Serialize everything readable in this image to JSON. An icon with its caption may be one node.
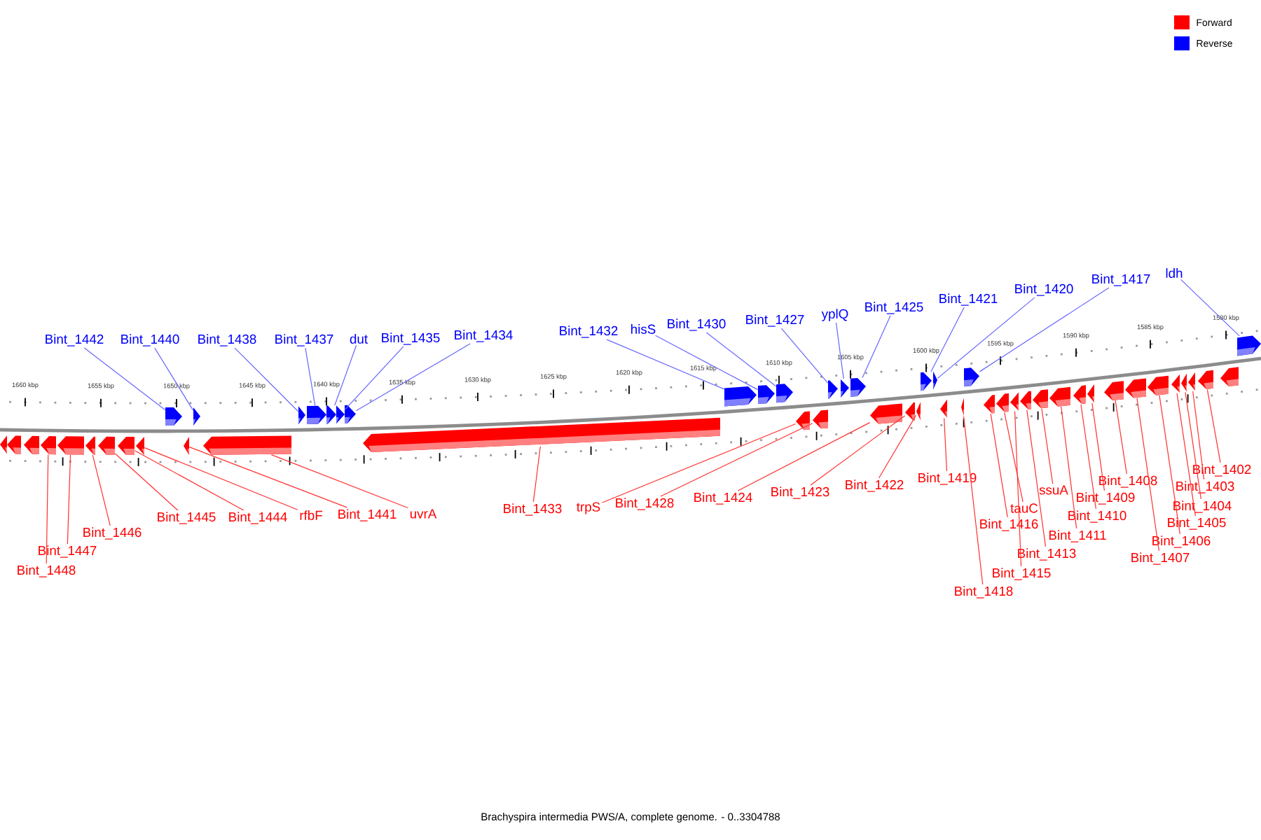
{
  "diagram": {
    "caption": "Brachyspira intermedia PWS/A, complete genome. - 0..3304788",
    "nodes": [
      {
        "text": [
          "Bint_1442"
        ]
      },
      {
        "text": [
          "Bint_1440"
        ]
      },
      {
        "text": [
          "Bint_1438"
        ]
      },
      {
        "text": [
          "Bint_1437"
        ]
      },
      {
        "text": [
          "dut"
        ]
      },
      {
        "text": [
          "Bint_1435"
        ]
      },
      {
        "text": [
          "Bint_1434"
        ]
      },
      {
        "text": [
          "Bint_1432"
        ]
      },
      {
        "text": [
          "hisS"
        ]
      },
      {
        "text": [
          "Bint_1430"
        ]
      },
      {
        "text": [
          "Bint_1427"
        ]
      },
      {
        "text": [
          "yplQ"
        ]
      },
      {
        "text": [
          "Bint_1425"
        ]
      },
      {
        "text": [
          "Bint_1421"
        ]
      },
      {
        "text": [
          "Bint_1420"
        ]
      },
      {
        "text": [
          "Bint_1417"
        ]
      },
      {
        "text": [
          "ldh"
        ]
      },
      {
        "text": [
          "Bint_1448"
        ]
      },
      {
        "text": [
          "Bint_1447"
        ]
      },
      {
        "text": [
          "Bint_1446"
        ]
      },
      {
        "text": [
          "Bint_1445"
        ]
      },
      {
        "text": [
          "Bint_1444"
        ]
      },
      {
        "text": [
          "rfbF"
        ]
      },
      {
        "text": [
          "Bint_1441"
        ]
      },
      {
        "text": [
          "uvrA"
        ]
      },
      {
        "text": [
          "Bint_1433"
        ]
      },
      {
        "text": [
          "trpS"
        ]
      },
      {
        "text": [
          "Bint_1428"
        ]
      },
      {
        "text": [
          "Bint_1424"
        ]
      },
      {
        "text": [
          "Bint_1423"
        ]
      },
      {
        "text": [
          "Bint_1422"
        ]
      },
      {
        "text": [
          "Bint_1419"
        ]
      },
      {
        "text": [
          "Bint_1418"
        ]
      },
      {
        "text": [
          "Bint_1416"
        ]
      },
      {
        "text": [
          "tauC"
        ]
      },
      {
        "text": [
          "Bint_1415"
        ]
      },
      {
        "text": [
          "Bint_1413"
        ]
      },
      {
        "text": [
          "ssuA"
        ]
      },
      {
        "text": [
          "Bint_1411"
        ]
      },
      {
        "text": [
          "Bint_1410"
        ]
      },
      {
        "text": [
          "Bint_1409"
        ]
      },
      {
        "text": [
          "Bint_1408"
        ]
      },
      {
        "text": [
          "Bint_1407"
        ]
      },
      {
        "text": [
          "Bint_1406"
        ]
      },
      {
        "text": [
          "Bint_1405"
        ]
      },
      {
        "text": [
          "Bint_1404"
        ]
      },
      {
        "text": [
          "Bint_1403"
        ]
      },
      {
        "text": [
          "Bint_1402"
        ]
      },
      {
        "text": [],
        "shape": "arrow"
      },
      {
        "text": [],
        "shape": "arrow"
      },
      {
        "text": [],
        "shape": "arrow"
      },
      {
        "text": [],
        "shape": "arrow"
      },
      {
        "text": [],
        "shape": "arrow"
      },
      {
        "text": [],
        "shape": "arrow"
      },
      {
        "text": [],
        "shape": "arrow"
      },
      {
        "text": [],
        "shape": "arrow"
      },
      {
        "text": [],
        "shape": "arrow"
      },
      {
        "text": [],
        "shape": "arrow"
      },
      {
        "text": [],
        "shape": "arrow"
      },
      {
        "text": [],
        "shape": "arrow"
      },
      {
        "text": [],
        "shape": "arrow"
      },
      {
        "text": [],
        "shape": "arrow"
      },
      {
        "text": [],
        "shape": "arrow"
      },
      {
        "text": [],
        "shape": "arrow"
      },
      {
        "text": [],
        "shape": "arrow"
      },
      {
        "text": [],
        "shape": "arrow"
      },
      {
        "text": [],
        "shape": "arrow"
      },
      {
        "text": [],
        "shape": "arrow"
      },
      {
        "text": [],
        "shape": "arrow"
      },
      {
        "text": [],
        "shape": "arrow"
      },
      {
        "text": [],
        "shape": "arrow"
      },
      {
        "text": [],
        "shape": "arrow"
      },
      {
        "text": [],
        "shape": "arrow"
      },
      {
        "text": [],
        "shape": "arrow"
      },
      {
        "text": [],
        "shape": "arrow"
      },
      {
        "text": [],
        "shape": "arrow"
      },
      {
        "text": [],
        "shape": "arrow"
      },
      {
        "text": [],
        "shape": "arrow"
      },
      {
        "text": [],
        "shape": "arrow"
      },
      {
        "text": [],
        "shape": "arrow"
      },
      {
        "text": [],
        "shape": "arrow"
      },
      {
        "text": [],
        "shape": "arrow"
      },
      {
        "text": [],
        "shape": "arrow"
      },
      {
        "text": [],
        "shape": "arrow"
      },
      {
        "text": [],
        "shape": "arrow"
      },
      {
        "text": [],
        "shape": "arrow"
      },
      {
        "text": [],
        "shape": "arrow"
      },
      {
        "text": [],
        "shape": "arrow"
      },
      {
        "text": [],
        "shape": "arrow"
      },
      {
        "text": [],
        "shape": "arrow"
      },
      {
        "text": [],
        "shape": "arrow"
      },
      {
        "text": [],
        "shape": "arrow"
      },
      {
        "text": [],
        "shape": "arrow"
      },
      {
        "text": [],
        "shape": "arrow"
      },
      {
        "text": [],
        "shape": "arrow"
      },
      {
        "text": [],
        "shape": "arrow"
      },
      {
        "text": [],
        "shape": "arrow"
      },
      {
        "text": [],
        "shape": "arrow"
      },
      {
        "text": [],
        "shape": "arrow"
      },
      {
        "text": [],
        "shape": "arrow"
      }
    ],
    "edges": [
      {
        "from": 0,
        "to": 48,
        "arrow": "none",
        "color": "#6666ff"
      },
      {
        "from": 1,
        "to": 49,
        "arrow": "none",
        "color": "#6666ff"
      },
      {
        "from": 2,
        "to": 50,
        "arrow": "none",
        "color": "#6666ff"
      },
      {
        "from": 3,
        "to": 51,
        "arrow": "none",
        "color": "#6666ff"
      },
      {
        "from": 4,
        "to": 52,
        "arrow": "none",
        "color": "#6666ff"
      },
      {
        "from": 5,
        "to": 53,
        "arrow": "none",
        "color": "#6666ff"
      },
      {
        "from": 6,
        "to": 54,
        "arrow": "none",
        "color": "#6666ff"
      },
      {
        "from": 7,
        "to": 55,
        "arrow": "none",
        "color": "#6666ff"
      },
      {
        "from": 8,
        "to": 56,
        "arrow": "none",
        "color": "#6666ff"
      },
      {
        "from": 9,
        "to": 57,
        "arrow": "none",
        "color": "#6666ff"
      },
      {
        "from": 10,
        "to": 58,
        "arrow": "none",
        "color": "#6666ff"
      },
      {
        "from": 11,
        "to": 59,
        "arrow": "none",
        "color": "#6666ff"
      },
      {
        "from": 12,
        "to": 60,
        "arrow": "none",
        "color": "#6666ff"
      },
      {
        "from": 13,
        "to": 61,
        "arrow": "none",
        "color": "#6666ff"
      },
      {
        "from": 14,
        "to": 62,
        "arrow": "none",
        "color": "#6666ff"
      },
      {
        "from": 15,
        "to": 63,
        "arrow": "none",
        "color": "#6666ff"
      },
      {
        "from": 16,
        "to": 64,
        "arrow": "none",
        "color": "#6666ff"
      },
      {
        "from": 17,
        "to": 68,
        "arrow": "none"
      },
      {
        "from": 18,
        "to": 69,
        "arrow": "none"
      },
      {
        "from": 19,
        "to": 70,
        "arrow": "none"
      },
      {
        "from": 20,
        "to": 71,
        "arrow": "none"
      },
      {
        "from": 21,
        "to": 72,
        "arrow": "none"
      },
      {
        "from": 22,
        "to": 73,
        "arrow": "none"
      },
      {
        "from": 23,
        "to": 74,
        "arrow": "none"
      },
      {
        "from": 24,
        "to": 75,
        "arrow": "none"
      },
      {
        "from": 25,
        "to": 76,
        "arrow": "none"
      },
      {
        "from": 26,
        "to": 77,
        "arrow": "none"
      },
      {
        "from": 27,
        "to": 78,
        "arrow": "none"
      },
      {
        "from": 28,
        "to": 79,
        "arrow": "none"
      },
      {
        "from": 29,
        "to": 80,
        "arrow": "none"
      },
      {
        "from": 30,
        "to": 81,
        "arrow": "none"
      },
      {
        "from": 31,
        "to": 82,
        "arrow": "none"
      },
      {
        "from": 32,
        "to": 83,
        "arrow": "none"
      },
      {
        "from": 33,
        "to": 84,
        "arrow": "none"
      },
      {
        "from": 34,
        "to": 85,
        "arrow": "none"
      },
      {
        "from": 35,
        "to": 86,
        "arrow": "none"
      },
      {
        "from": 36,
        "to": 87,
        "arrow": "none"
      },
      {
        "from": 37,
        "to": 88,
        "arrow": "none"
      },
      {
        "from": 38,
        "to": 89,
        "arrow": "none"
      },
      {
        "from": 39,
        "to": 90,
        "arrow": "none"
      },
      {
        "from": 40,
        "to": 91,
        "arrow": "none"
      },
      {
        "from": 41,
        "to": 92,
        "arrow": "none"
      },
      {
        "from": 42,
        "to": 93,
        "arrow": "none"
      },
      {
        "from": 43,
        "to": 94,
        "arrow": "none"
      },
      {
        "from": 44,
        "to": 95,
        "arrow": "none"
      },
      {
        "from": 45,
        "to": 96,
        "arrow": "none"
      },
      {
        "from": 46,
        "to": 97,
        "arrow": "none"
      },
      {
        "from": 47,
        "to": 98,
        "arrow": "none"
      }
    ],
    "labels": [
      "1660 kbp",
      "1655 kbp",
      "1650 kbp",
      "1645 kbp",
      "1640 kbp",
      "1635 kbp",
      "1630 kbp",
      "1625 kbp",
      "1620 kbp",
      "1615 kbp",
      "1610 kbp",
      "1605 kbp",
      "1600 kbp",
      "1595 kbp",
      "1590 kbp",
      "1585 kbp",
      "1580 kbp"
    ],
    "legend": [
      {
        "text": "Forward",
        "color": "#ff0000"
      },
      {
        "text": "Reverse",
        "color": "#0000ff"
      }
    ]
  }
}
